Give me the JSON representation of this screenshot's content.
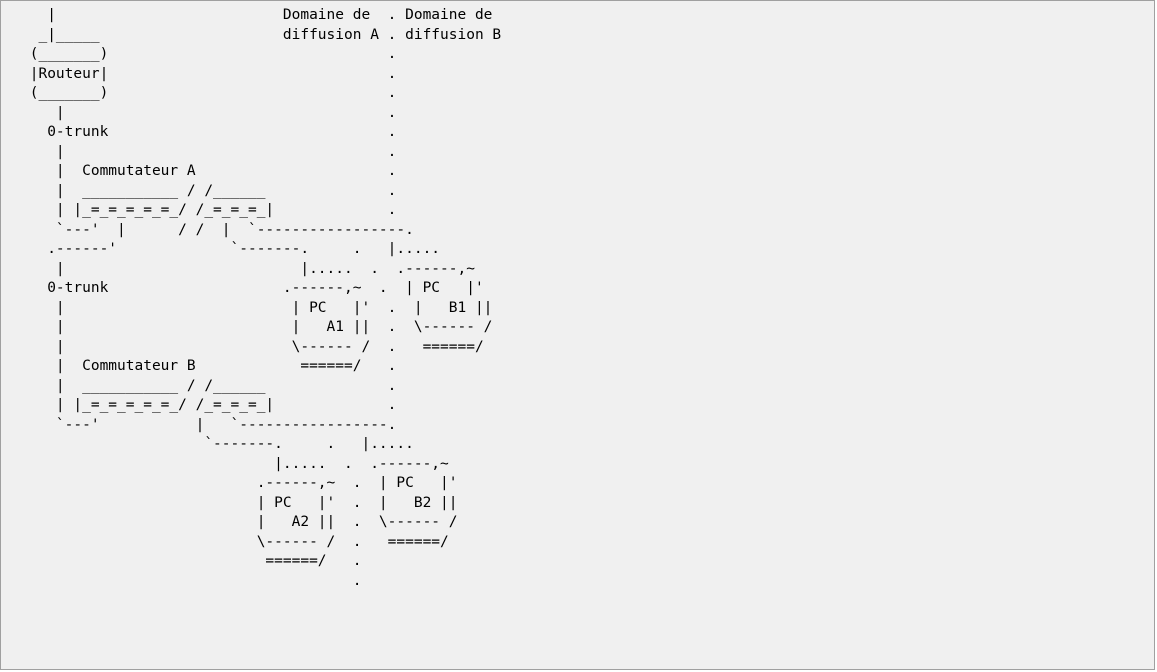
{
  "diagram": {
    "lines": [
      "   |                          Domaine de  . Domaine de",
      "  _|_____                     diffusion A . diffusion B",
      " (_______)                                .",
      " |Routeur|                                .",
      " (_______)                                .",
      "    |                                     .",
      "   0-trunk                                .",
      "    |                                     .",
      "    |  Commutateur A                      .",
      "    |  ___________ / /______              .",
      "    | |_=_=_=_=_=_/ /_=_=_=_|             .",
      "    `---'  |      / /  |  `-----------------.",
      "   .------'             `-------.     .   |.....",
      "    |                           |.....  .  .------,~",
      "   0-trunk                    .------,~  .  | PC   |'",
      "    |                          | PC   |'  .  |   B1 ||",
      "    |                          |   A1 ||  .  \\------ /",
      "    |                          \\------ /  .   ======/",
      "    |  Commutateur B            ======/   .",
      "    |  ___________ / /______              .",
      "    | |_=_=_=_=_=_/ /_=_=_=_|             .",
      "    `---'           |   `-----------------.",
      "                     `-------.     .   |.....",
      "                             |.....  .  .------,~",
      "                           .------,~  .  | PC   |'",
      "                           | PC   |'  .  |   B2 ||",
      "                           |   A2 ||  .  \\------ /",
      "                           \\------ /  .   ======/",
      "                            ======/   .",
      "                                      ."
    ]
  }
}
